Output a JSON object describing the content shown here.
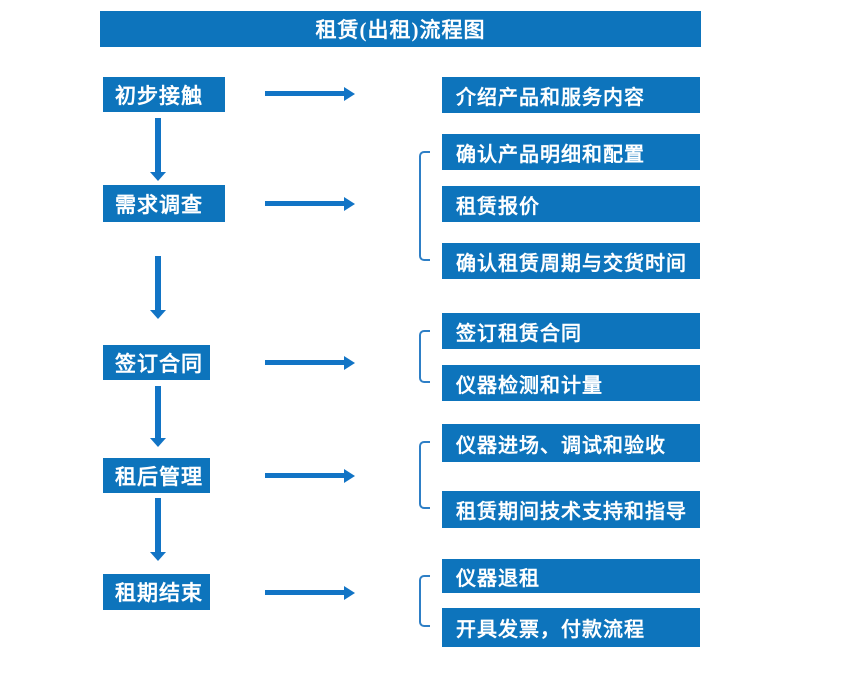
{
  "title": "租赁(出租)流程图",
  "colors": {
    "box_blue": "#0d74bc",
    "arrow_blue": "#1274c5",
    "bracket_blue": "#2e7fc6",
    "text_white": "#ffffff"
  },
  "steps": [
    {
      "label": "初步接触",
      "details": [
        "介绍产品和服务内容"
      ]
    },
    {
      "label": "需求调查",
      "details": [
        "确认产品明细和配置",
        "租赁报价",
        "确认租赁周期与交货时间"
      ]
    },
    {
      "label": "签订合同",
      "details": [
        "签订租赁合同",
        "仪器检测和计量"
      ]
    },
    {
      "label": "租后管理",
      "details": [
        "仪器进场、调试和验收",
        "租赁期间技术支持和指导"
      ]
    },
    {
      "label": "租期结束",
      "details": [
        "仪器退租",
        "开具发票，付款流程"
      ]
    }
  ]
}
